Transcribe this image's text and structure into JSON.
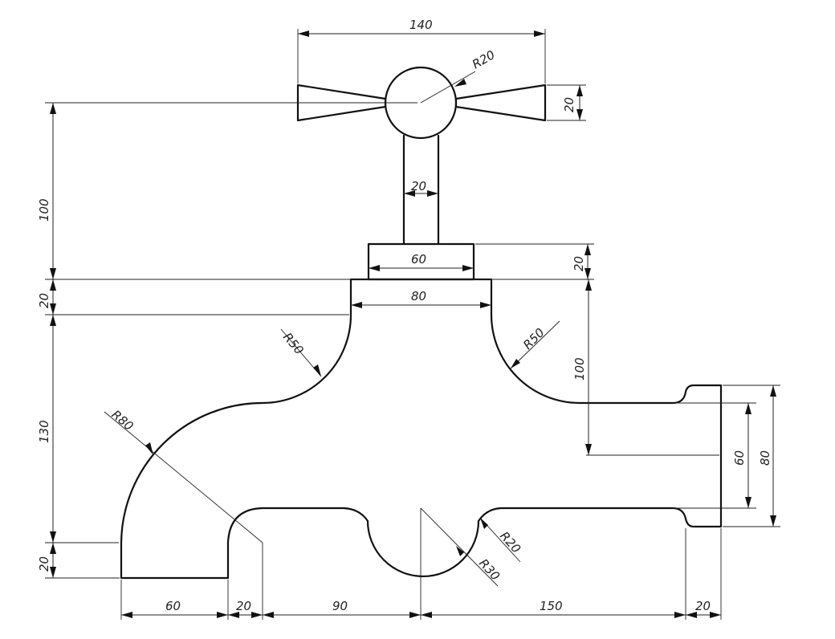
{
  "drawing": {
    "dimensions": {
      "handle_width": "140",
      "handle_circle_radius": "R20",
      "handle_bar_height": "20",
      "handle_height": "100",
      "stem_width": "20",
      "cap_width": "60",
      "cap_height": "20",
      "neck_width": "80",
      "neck_height": "20",
      "left_fillet": "R50",
      "right_fillet": "R50",
      "outlet_drop": "100",
      "outlet_inner": "60",
      "outlet_outer": "80",
      "bend_radius": "R80",
      "body_height": "130",
      "foot_height": "20",
      "notch_top_radius": "R20",
      "notch_bottom_radius": "R30",
      "base_left": "60",
      "base_gap": "20",
      "base_mid": "90",
      "base_right": "150",
      "flange_width": "20"
    }
  }
}
